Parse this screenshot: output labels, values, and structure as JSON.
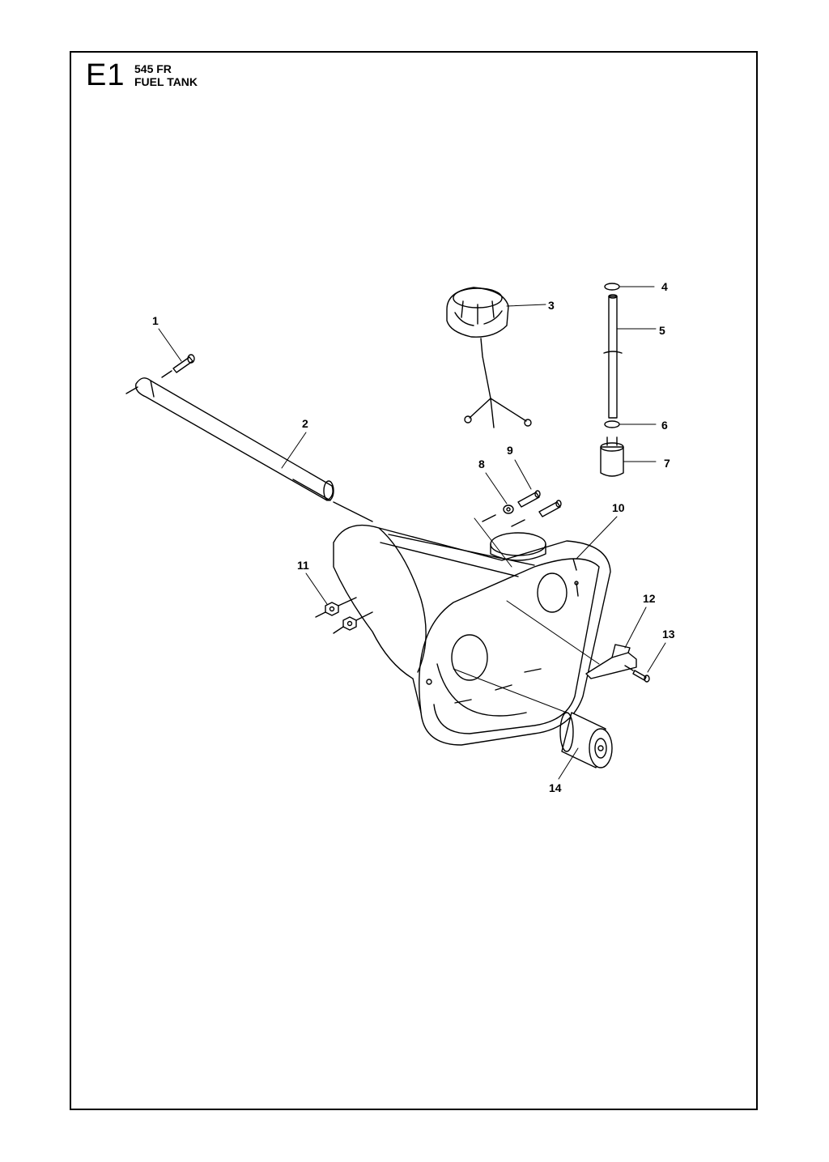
{
  "header": {
    "section_code": "E1",
    "model": "545 FR",
    "title": "FUEL TANK"
  },
  "callouts": [
    "1",
    "2",
    "3",
    "4",
    "5",
    "6",
    "7",
    "8",
    "9",
    "10",
    "11",
    "12",
    "13",
    "14"
  ]
}
